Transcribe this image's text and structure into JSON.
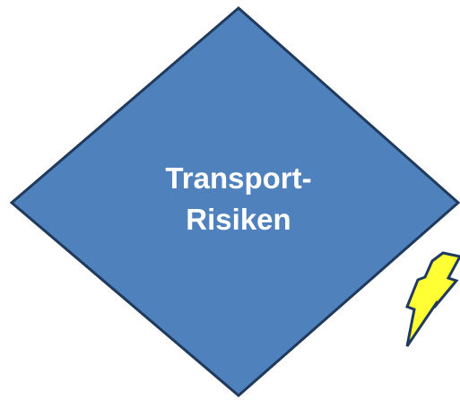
{
  "shape": {
    "type": "diamond",
    "fill": "#4f81bd",
    "stroke": "#1f3a5c",
    "label_lines": [
      "Transport-",
      "Risiken"
    ],
    "label_color": "#ffffff"
  },
  "lightning": {
    "icon": "lightning-bolt-icon",
    "fill": "#ffff33",
    "stroke": "#1f3a5c"
  }
}
